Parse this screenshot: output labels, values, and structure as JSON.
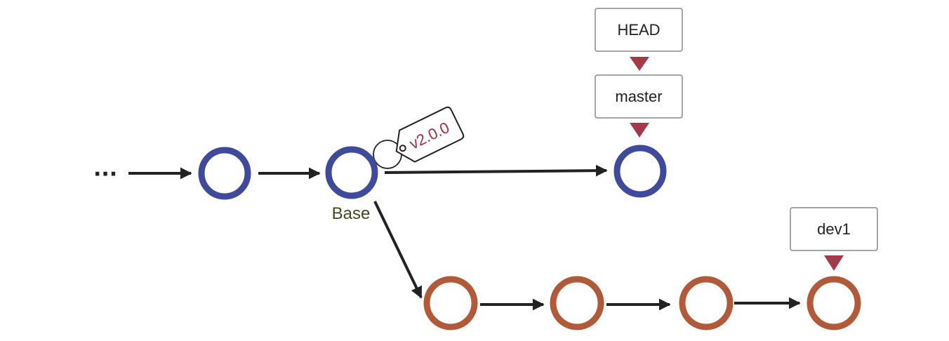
{
  "history_ellipsis": "···",
  "colors": {
    "master_commit": "#3f4a9b",
    "dev_commit": "#b05a3a",
    "ref_pointer": "#a33a4a",
    "tag_text": "#a32f3c",
    "arrow": "#222222"
  },
  "refs": {
    "head": "HEAD",
    "master": "master",
    "dev1": "dev1"
  },
  "tag": {
    "label": "v2.0.0"
  },
  "commits": {
    "base_label": "Base"
  }
}
